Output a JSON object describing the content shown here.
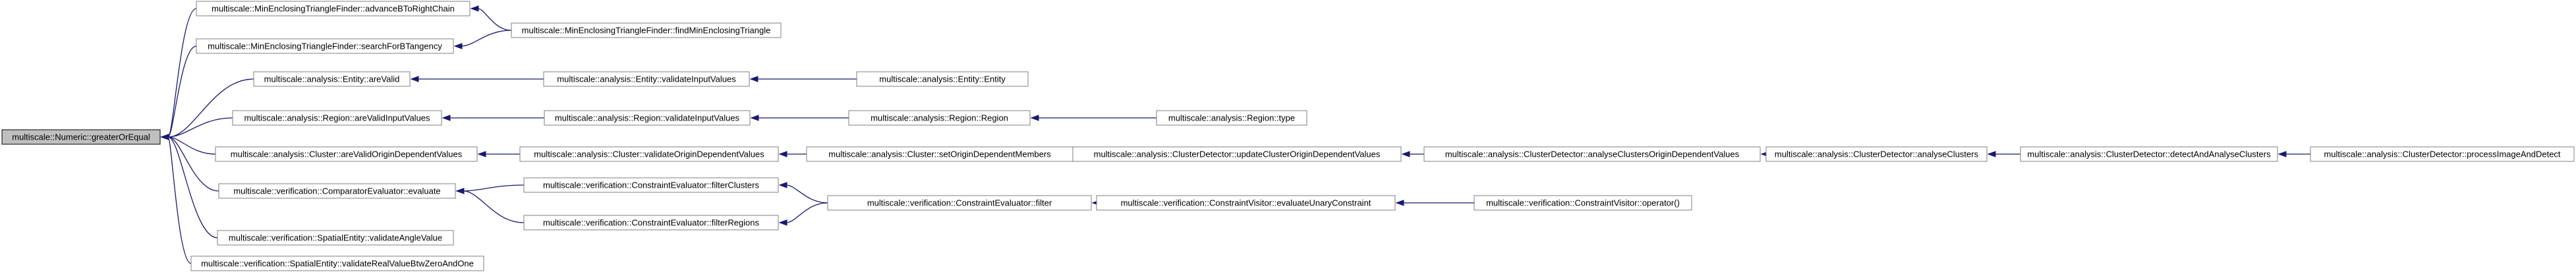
{
  "nodes": {
    "root": "multiscale::Numeric::greaterOrEqual",
    "advance": "multiscale::MinEnclosingTriangleFinder::advanceBToRightChain",
    "findMin": "multiscale::MinEnclosingTriangleFinder::findMinEnclosingTriangle",
    "searchB": "multiscale::MinEnclosingTriangleFinder::searchForBTangency",
    "entityAreValid": "multiscale::analysis::Entity::areValid",
    "entityValidate": "multiscale::analysis::Entity::validateInputValues",
    "entityCtor": "multiscale::analysis::Entity::Entity",
    "regionAreValid": "multiscale::analysis::Region::areValidInputValues",
    "regionValidate": "multiscale::analysis::Region::validateInputValues",
    "regionCtor": "multiscale::analysis::Region::Region",
    "regionType": "multiscale::analysis::Region::type",
    "clusterAreValid": "multiscale::analysis::Cluster::areValidOriginDependentValues",
    "clusterValidate": "multiscale::analysis::Cluster::validateOriginDependentValues",
    "clusterSet": "multiscale::analysis::Cluster::setOriginDependentMembers",
    "detUpdate": "multiscale::analysis::ClusterDetector::updateClusterOriginDependentValues",
    "detAnalyseOrigin": "multiscale::analysis::ClusterDetector::analyseClustersOriginDependentValues",
    "detAnalyse": "multiscale::analysis::ClusterDetector::analyseClusters",
    "detDetect": "multiscale::analysis::ClusterDetector::detectAndAnalyseClusters",
    "detProcess": "multiscale::analysis::ClusterDetector::processImageAndDetect",
    "compEval": "multiscale::verification::ComparatorEvaluator::evaluate",
    "filterClusters": "multiscale::verification::ConstraintEvaluator::filterClusters",
    "filterRegions": "multiscale::verification::ConstraintEvaluator::filterRegions",
    "filter": "multiscale::verification::ConstraintEvaluator::filter",
    "visitEval": "multiscale::verification::ConstraintVisitor::evaluateUnaryConstraint",
    "visitOp": "multiscale::verification::ConstraintVisitor::operator()",
    "spatialAngle": "multiscale::verification::SpatialEntity::validateAngleValue",
    "spatialReal": "multiscale::verification::SpatialEntity::validateRealValueBtwZeroAndOne"
  },
  "colors": {
    "edge": "#191970",
    "rootFill": "#bfbfbf",
    "nodeBorder": "#7f7f7f"
  }
}
